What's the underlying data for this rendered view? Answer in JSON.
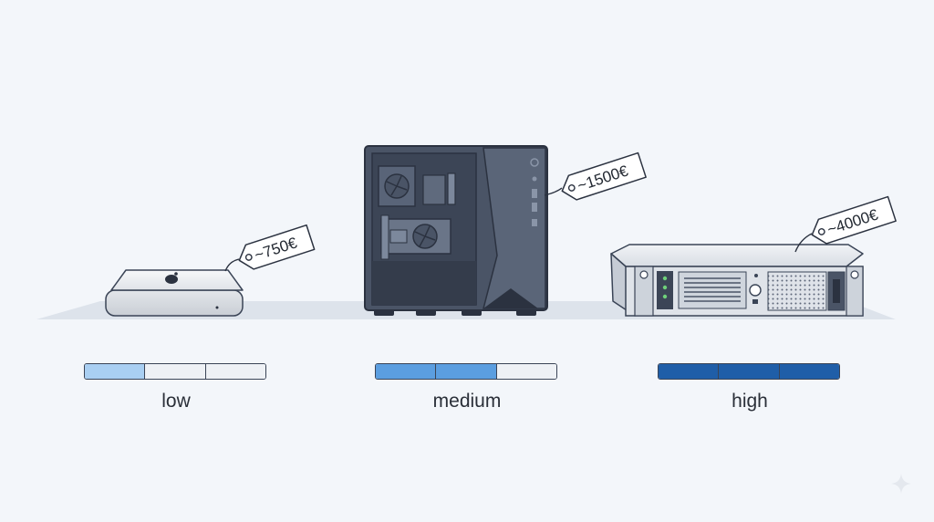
{
  "tiers": [
    {
      "id": "low",
      "label": "low",
      "price": "~750€",
      "level": 1,
      "max_level": 3,
      "fill_color": "#a9cff2"
    },
    {
      "id": "medium",
      "label": "medium",
      "price": "~1500€",
      "level": 2,
      "max_level": 3,
      "fill_color": "#5b9ee0"
    },
    {
      "id": "high",
      "label": "high",
      "price": "~4000€",
      "level": 3,
      "max_level": 3,
      "fill_color": "#1f5ea8"
    }
  ],
  "colors": {
    "background": "#f3f6fa",
    "outline": "#3a4456",
    "empty_segment": "#eef1f5"
  },
  "icons": {
    "low": "mini-pc-icon",
    "medium": "tower-pc-icon",
    "high": "rack-server-icon"
  }
}
